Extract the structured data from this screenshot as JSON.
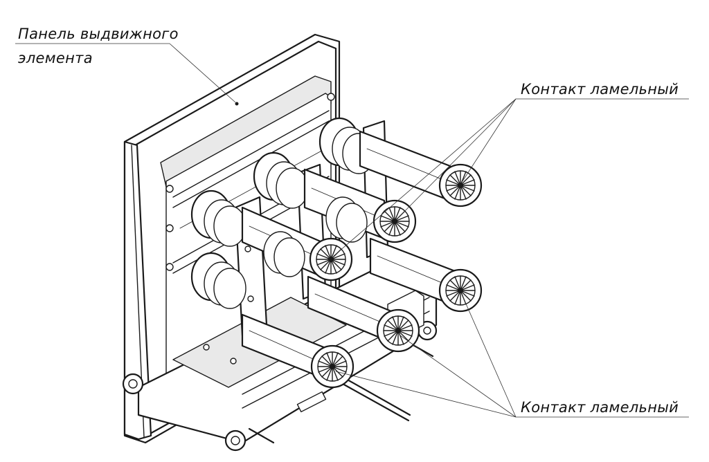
{
  "labels": {
    "panel_line1": "Панель выдвижного",
    "panel_line2": "элемента",
    "contact_top": "Контакт ламельный",
    "contact_bottom": "Контакт ламельный"
  },
  "colors": {
    "ink": "#1a1a1a",
    "paper": "#ffffff"
  }
}
